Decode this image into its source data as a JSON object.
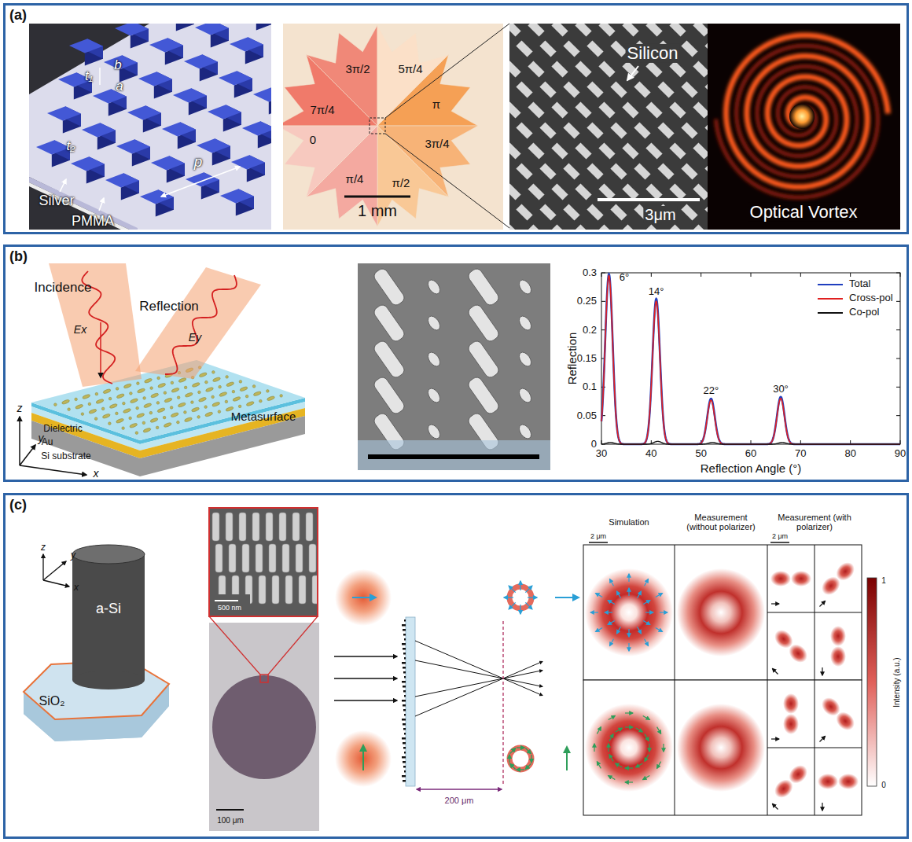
{
  "diagram": {
    "nodes": [
      {
        "text": [
          "(a)"
        ]
      },
      {
        "text": [
          "(b)"
        ]
      },
      {
        "text": [
          "(c)"
        ]
      }
    ],
    "labels": [
      "t₁",
      "b",
      "a",
      "t₂",
      "p",
      "Silver",
      "PMMA",
      "3π/2",
      "5π/4",
      "7π/4",
      "π",
      "0",
      "3π/4",
      "π/4",
      "π/2",
      "1 mm",
      "Silicon",
      "3μm",
      "Optical Vortex",
      "Incidence",
      "Reflection",
      "Ex",
      "Ey",
      "Metasurface",
      "Dielectric",
      "Au",
      "Si substrate",
      "z",
      "y",
      "x",
      "0.3",
      "0.25",
      "0.2",
      "0.15",
      "0.1",
      "0.05",
      "0",
      "30",
      "40",
      "50",
      "60",
      "70",
      "80",
      "90",
      "Reflection",
      "Reflection Angle (°)",
      "6°",
      "14°",
      "22°",
      "30°",
      "z",
      "y",
      "x",
      "a-Si",
      "SiO₂",
      "500 nm",
      "100 μm",
      "200 μm",
      "Simulation",
      "Measurement (without polarizer)",
      "Measurement (with polarizer)",
      "2 μm",
      "2 μm",
      "1",
      "0",
      "Intensity (a.u.)"
    ],
    "legend": [
      {
        "text": "Total"
      },
      {
        "text": "Cross-pol"
      },
      {
        "text": "Co-pol"
      }
    ]
  }
}
